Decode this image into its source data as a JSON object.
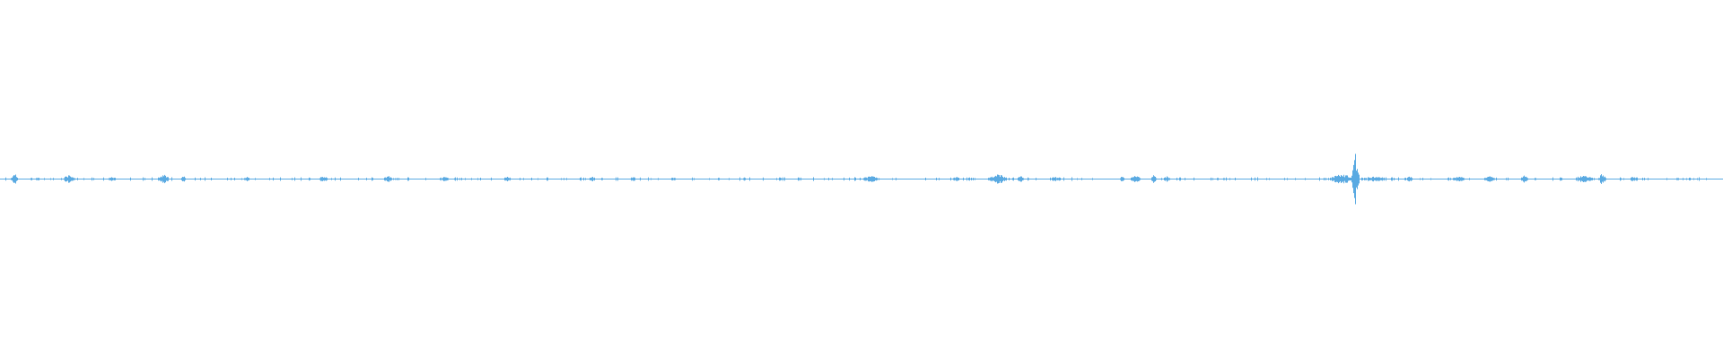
{
  "chart_data": {
    "type": "line",
    "subtype": "audio-waveform",
    "title": "",
    "xlabel": "",
    "ylabel": "",
    "ylim": [
      -1,
      1
    ],
    "grid": false,
    "legend": "none",
    "color": "#5aaae2",
    "peak_amplitude": 0.28,
    "typical_amplitude": 0.02
  }
}
